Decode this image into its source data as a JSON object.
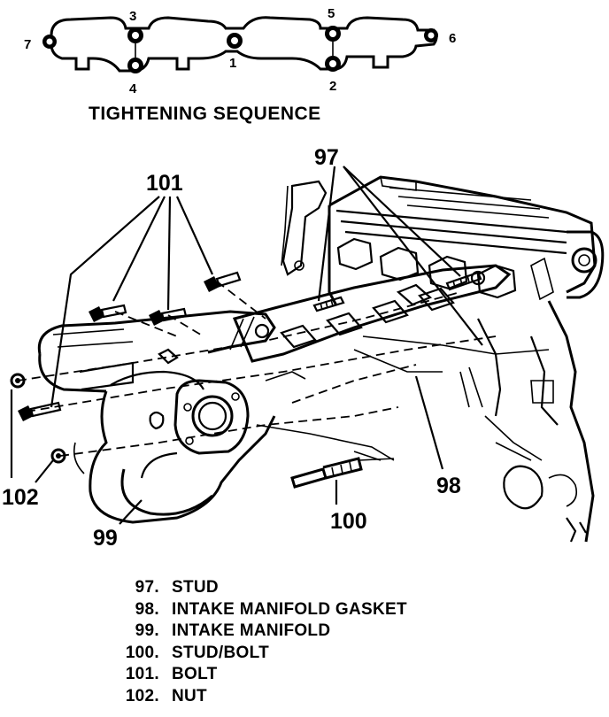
{
  "sequence": {
    "title": "TIGHTENING SEQUENCE",
    "numbers": [
      "1",
      "2",
      "3",
      "4",
      "5",
      "6",
      "7"
    ]
  },
  "callouts": {
    "c97": "97",
    "c98": "98",
    "c99": "99",
    "c100": "100",
    "c101": "101",
    "c102": "102"
  },
  "legend": [
    {
      "num": "97.",
      "text": "STUD"
    },
    {
      "num": "98.",
      "text": "INTAKE MANIFOLD GASKET"
    },
    {
      "num": "99.",
      "text": "INTAKE MANIFOLD"
    },
    {
      "num": "100.",
      "text": "STUD/BOLT"
    },
    {
      "num": "101.",
      "text": "BOLT"
    },
    {
      "num": "102.",
      "text": "NUT"
    }
  ]
}
